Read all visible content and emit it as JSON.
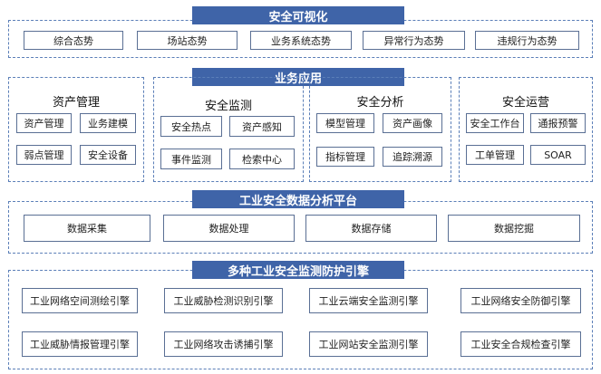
{
  "visualization": {
    "title": "安全可视化",
    "items": [
      "综合态势",
      "场站态势",
      "业务系统态势",
      "异常行为态势",
      "违规行为态势"
    ]
  },
  "business": {
    "title": "业务应用",
    "groups": [
      {
        "title": "资产管理",
        "items": [
          "资产管理",
          "业务建模",
          "弱点管理",
          "安全设备"
        ]
      },
      {
        "title": "安全监测",
        "items": [
          "安全热点",
          "资产感知",
          "事件监测",
          "检索中心"
        ]
      },
      {
        "title": "安全分析",
        "items": [
          "模型管理",
          "资产画像",
          "指标管理",
          "追踪溯源"
        ]
      },
      {
        "title": "安全运营",
        "items": [
          "安全工作台",
          "通报预警",
          "工单管理",
          "SOAR"
        ]
      }
    ]
  },
  "platform": {
    "title": "工业安全数据分析平台",
    "items": [
      "数据采集",
      "数据处理",
      "数据存储",
      "数据挖掘"
    ]
  },
  "engines": {
    "title": "多种工业安全监测防护引擎",
    "items": [
      "工业网络空间测绘引擎",
      "工业威胁检测识别引擎",
      "工业云端安全监测引擎",
      "工业网络安全防御引擎",
      "工业威胁情报管理引擎",
      "工业网络攻击诱捕引擎",
      "工业网站安全监测引擎",
      "工业安全合规检查引擎"
    ]
  },
  "colors": {
    "header_bg": "#3f64a8",
    "dash_border": "#5b7fb8",
    "box_border": "#5a6f94"
  }
}
